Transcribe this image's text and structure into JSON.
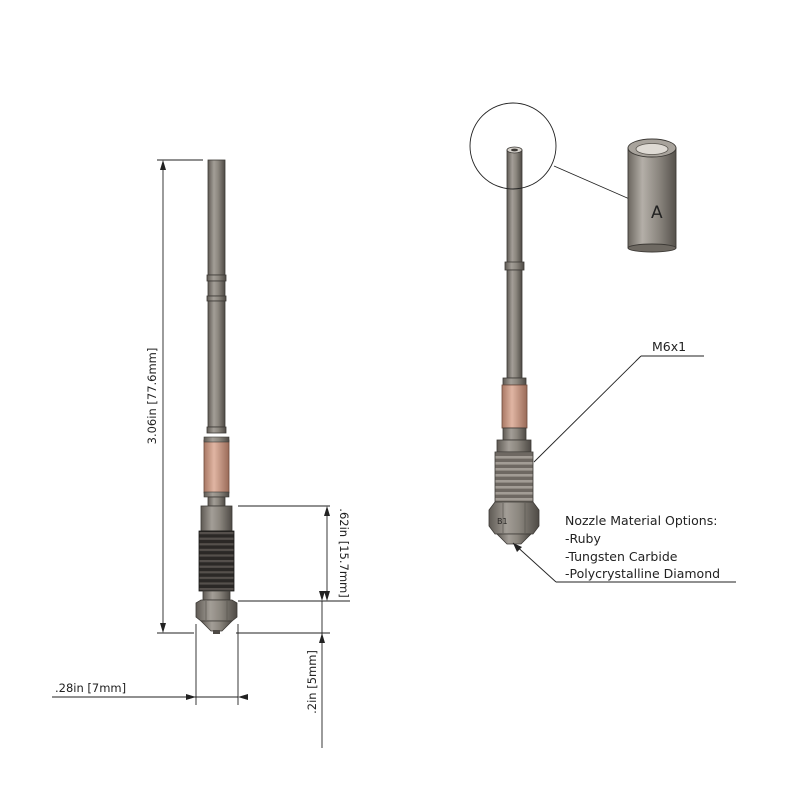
{
  "dimensions": {
    "overall_length": "3.06in [77.6mm]",
    "thread_length": ".62in [15.7mm]",
    "width": ".28in [7mm]",
    "tip_length": ".2in [5mm]"
  },
  "callouts": {
    "detail_letter": "A",
    "thread_label": "M6x1"
  },
  "materials": {
    "heading": "Nozzle Material Options:",
    "options": [
      "-Ruby",
      "-Tungsten Carbide",
      "-Polycrystalline Diamond"
    ]
  },
  "colors": {
    "steel": "#8c877f",
    "steel_dark": "#4e4a45",
    "copper": "#c99a86",
    "thread": "#2e2b29",
    "line": "#222222"
  }
}
